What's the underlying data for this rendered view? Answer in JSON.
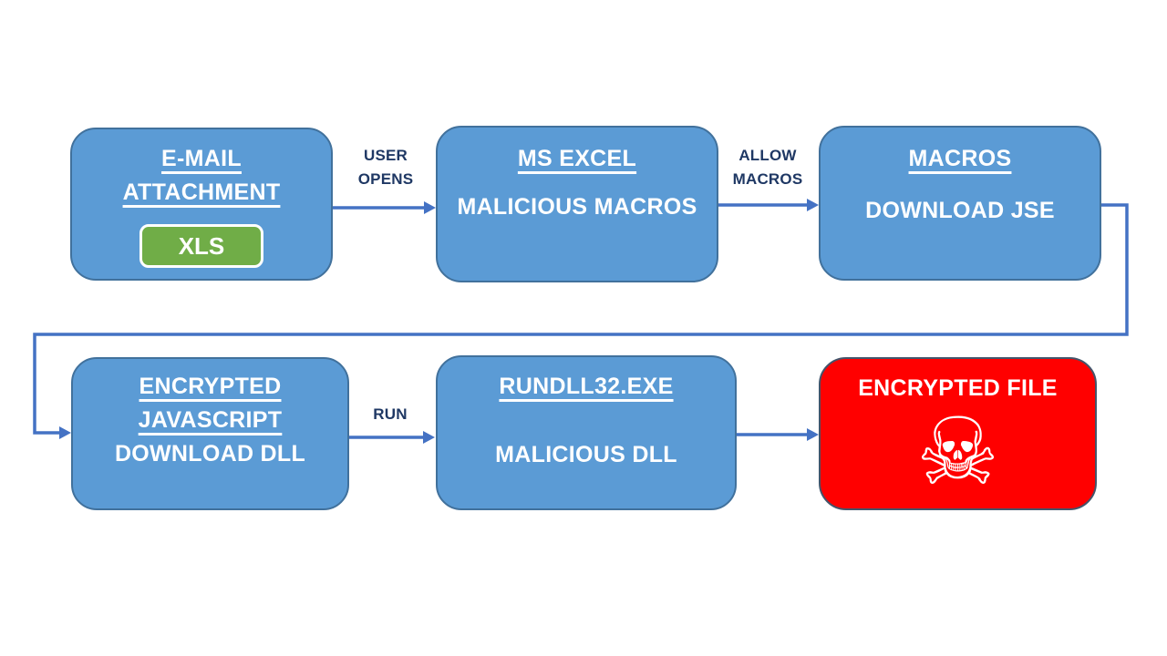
{
  "colors": {
    "box_fill": "#5B9BD5",
    "box_border": "#41719C",
    "arrow": "#4472C4",
    "label_text": "#1F3864",
    "badge_fill": "#70AD47",
    "badge_border": "#FFFFFF",
    "danger_fill": "#FF0000",
    "danger_border": "#44546A",
    "node_text": "#FFFFFF"
  },
  "nodes": {
    "email_attachment": {
      "line1": "E-MAIL",
      "line2": "ATTACHMENT",
      "badge": "XLS"
    },
    "ms_excel": {
      "title": "MS EXCEL",
      "subtitle": "MALICIOUS MACROS"
    },
    "macros": {
      "title": "MACROS",
      "subtitle": "DOWNLOAD JSE"
    },
    "encrypted_javascript": {
      "line1": "ENCRYPTED",
      "line2": "JAVASCRIPT",
      "subtitle": "DOWNLOAD DLL"
    },
    "rundll32": {
      "title": "RUNDLL32.EXE",
      "subtitle": "MALICIOUS DLL"
    },
    "encrypted_file": {
      "title": "ENCRYPTED FILE",
      "icon": "skull-and-crossbones",
      "icon_glyph": "☠"
    }
  },
  "edges": {
    "user_opens": "USER OPENS",
    "allow_macros": "ALLOW MACROS",
    "run": "RUN"
  }
}
